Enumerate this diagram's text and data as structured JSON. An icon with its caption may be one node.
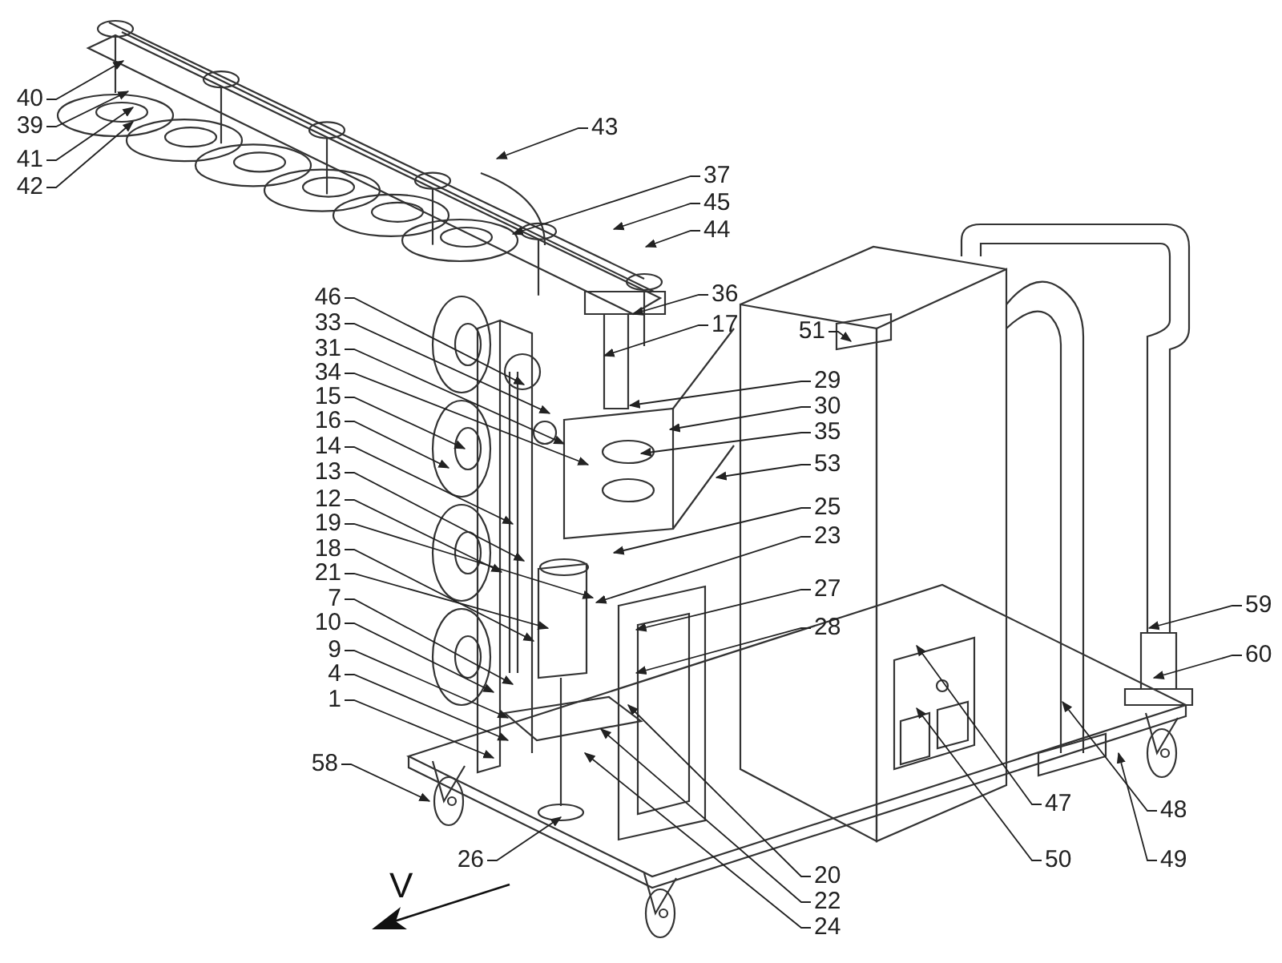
{
  "diagram": {
    "nodes": [
      {
        "text": [
          "40"
        ]
      },
      {
        "text": [
          "39"
        ]
      },
      {
        "text": [
          "41"
        ]
      },
      {
        "text": [
          "42"
        ]
      },
      {
        "text": [
          "43"
        ]
      },
      {
        "text": [
          "37"
        ]
      },
      {
        "text": [
          "45"
        ]
      },
      {
        "text": [
          "44"
        ]
      },
      {
        "text": [
          "51"
        ]
      },
      {
        "text": [
          "36"
        ]
      },
      {
        "text": [
          "17"
        ]
      },
      {
        "text": [
          "46"
        ]
      },
      {
        "text": [
          "33"
        ]
      },
      {
        "text": [
          "31"
        ]
      },
      {
        "text": [
          "34"
        ]
      },
      {
        "text": [
          "15"
        ]
      },
      {
        "text": [
          "16"
        ]
      },
      {
        "text": [
          "14"
        ]
      },
      {
        "text": [
          "13"
        ]
      },
      {
        "text": [
          "12"
        ]
      },
      {
        "text": [
          "19"
        ]
      },
      {
        "text": [
          "18"
        ]
      },
      {
        "text": [
          "21"
        ]
      },
      {
        "text": [
          "7"
        ]
      },
      {
        "text": [
          "10"
        ]
      },
      {
        "text": [
          "9"
        ]
      },
      {
        "text": [
          "4"
        ]
      },
      {
        "text": [
          "1"
        ]
      },
      {
        "text": [
          "29"
        ]
      },
      {
        "text": [
          "30"
        ]
      },
      {
        "text": [
          "35"
        ]
      },
      {
        "text": [
          "53"
        ]
      },
      {
        "text": [
          "25"
        ]
      },
      {
        "text": [
          "23"
        ]
      },
      {
        "text": [
          "27"
        ]
      },
      {
        "text": [
          "28"
        ]
      },
      {
        "text": [
          "59"
        ]
      },
      {
        "text": [
          "60"
        ]
      },
      {
        "text": [
          "58"
        ]
      },
      {
        "text": [
          "47"
        ]
      },
      {
        "text": [
          "48"
        ]
      },
      {
        "text": [
          "50"
        ]
      },
      {
        "text": [
          "49"
        ]
      },
      {
        "text": [
          "26"
        ]
      },
      {
        "text": [
          "20"
        ]
      },
      {
        "text": [
          "22"
        ]
      },
      {
        "text": [
          "24"
        ]
      }
    ],
    "edges": [
      {
        "from": 0,
        "to": null,
        "arrow": "to"
      },
      {
        "from": 1,
        "to": null,
        "arrow": "to"
      },
      {
        "from": 2,
        "to": null,
        "arrow": "to"
      },
      {
        "from": 3,
        "to": null,
        "arrow": "to"
      },
      {
        "from": 4,
        "to": null,
        "arrow": "to"
      },
      {
        "from": 5,
        "to": null,
        "arrow": "to"
      },
      {
        "from": 6,
        "to": null,
        "arrow": "to"
      },
      {
        "from": 7,
        "to": null,
        "arrow": "to"
      },
      {
        "from": 8,
        "to": null,
        "arrow": "to"
      },
      {
        "from": 9,
        "to": null,
        "arrow": "to"
      },
      {
        "from": 10,
        "to": null,
        "arrow": "to"
      },
      {
        "from": 11,
        "to": null,
        "arrow": "to"
      },
      {
        "from": 12,
        "to": null,
        "arrow": "to"
      },
      {
        "from": 13,
        "to": null,
        "arrow": "to"
      },
      {
        "from": 14,
        "to": null,
        "arrow": "to"
      },
      {
        "from": 15,
        "to": null,
        "arrow": "to"
      },
      {
        "from": 16,
        "to": null,
        "arrow": "to"
      },
      {
        "from": 17,
        "to": null,
        "arrow": "to"
      },
      {
        "from": 18,
        "to": null,
        "arrow": "to"
      },
      {
        "from": 19,
        "to": null,
        "arrow": "to"
      },
      {
        "from": 20,
        "to": null,
        "arrow": "to"
      },
      {
        "from": 21,
        "to": null,
        "arrow": "to"
      },
      {
        "from": 22,
        "to": null,
        "arrow": "to"
      },
      {
        "from": 23,
        "to": null,
        "arrow": "to"
      },
      {
        "from": 24,
        "to": null,
        "arrow": "to"
      },
      {
        "from": 25,
        "to": null,
        "arrow": "to"
      },
      {
        "from": 26,
        "to": null,
        "arrow": "to"
      },
      {
        "from": 27,
        "to": null,
        "arrow": "to"
      },
      {
        "from": 28,
        "to": null,
        "arrow": "to"
      },
      {
        "from": 29,
        "to": null,
        "arrow": "to"
      },
      {
        "from": 30,
        "to": null,
        "arrow": "to"
      },
      {
        "from": 31,
        "to": null,
        "arrow": "to"
      },
      {
        "from": 32,
        "to": null,
        "arrow": "to"
      },
      {
        "from": 33,
        "to": null,
        "arrow": "to"
      },
      {
        "from": 34,
        "to": null,
        "arrow": "to"
      },
      {
        "from": 35,
        "to": null,
        "arrow": "to"
      },
      {
        "from": 36,
        "to": null,
        "arrow": "to"
      },
      {
        "from": 37,
        "to": null,
        "arrow": "to"
      },
      {
        "from": 38,
        "to": null,
        "arrow": "to"
      },
      {
        "from": 39,
        "to": null,
        "arrow": "to"
      },
      {
        "from": 40,
        "to": null,
        "arrow": "to"
      },
      {
        "from": 41,
        "to": null,
        "arrow": "to"
      },
      {
        "from": 42,
        "to": null,
        "arrow": "to"
      },
      {
        "from": 43,
        "to": null,
        "arrow": "to"
      },
      {
        "from": 44,
        "to": null,
        "arrow": "to"
      },
      {
        "from": 45,
        "to": null,
        "arrow": "to"
      },
      {
        "from": 46,
        "to": null,
        "arrow": "to"
      }
    ],
    "labels": [
      "V"
    ]
  }
}
